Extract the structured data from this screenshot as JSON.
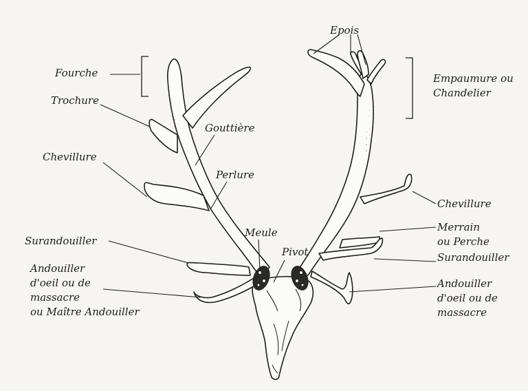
{
  "labels": {
    "fourche": "Fourche",
    "trochure": "Trochure",
    "chevillure_left": "Chevillure",
    "surandouiller_left": "Surandouiller",
    "andouiller_left": [
      "Andouiller",
      "d'oeil ou de",
      "massacre",
      "ou Maître Andouiller"
    ],
    "gouttiere": "Gouttière",
    "perlure": "Perlure",
    "meule": "Meule",
    "pivot": "Pivot",
    "epois": "Epois",
    "empaumure": [
      "Empaumure ou",
      "Chandelier"
    ],
    "chevillure_right": "Chevillure",
    "merrain": [
      "Merrain",
      "ou Perche"
    ],
    "surandouiller_right": "Surandouiller",
    "andouiller_right": [
      "Andouiller",
      "d'oeil ou de",
      "massacre"
    ]
  },
  "colors": {
    "ink": "#1c1c1c",
    "paper": "#f6f5f2",
    "antler_fill": "#fbfbf8",
    "burr": "#2a2a2a"
  }
}
